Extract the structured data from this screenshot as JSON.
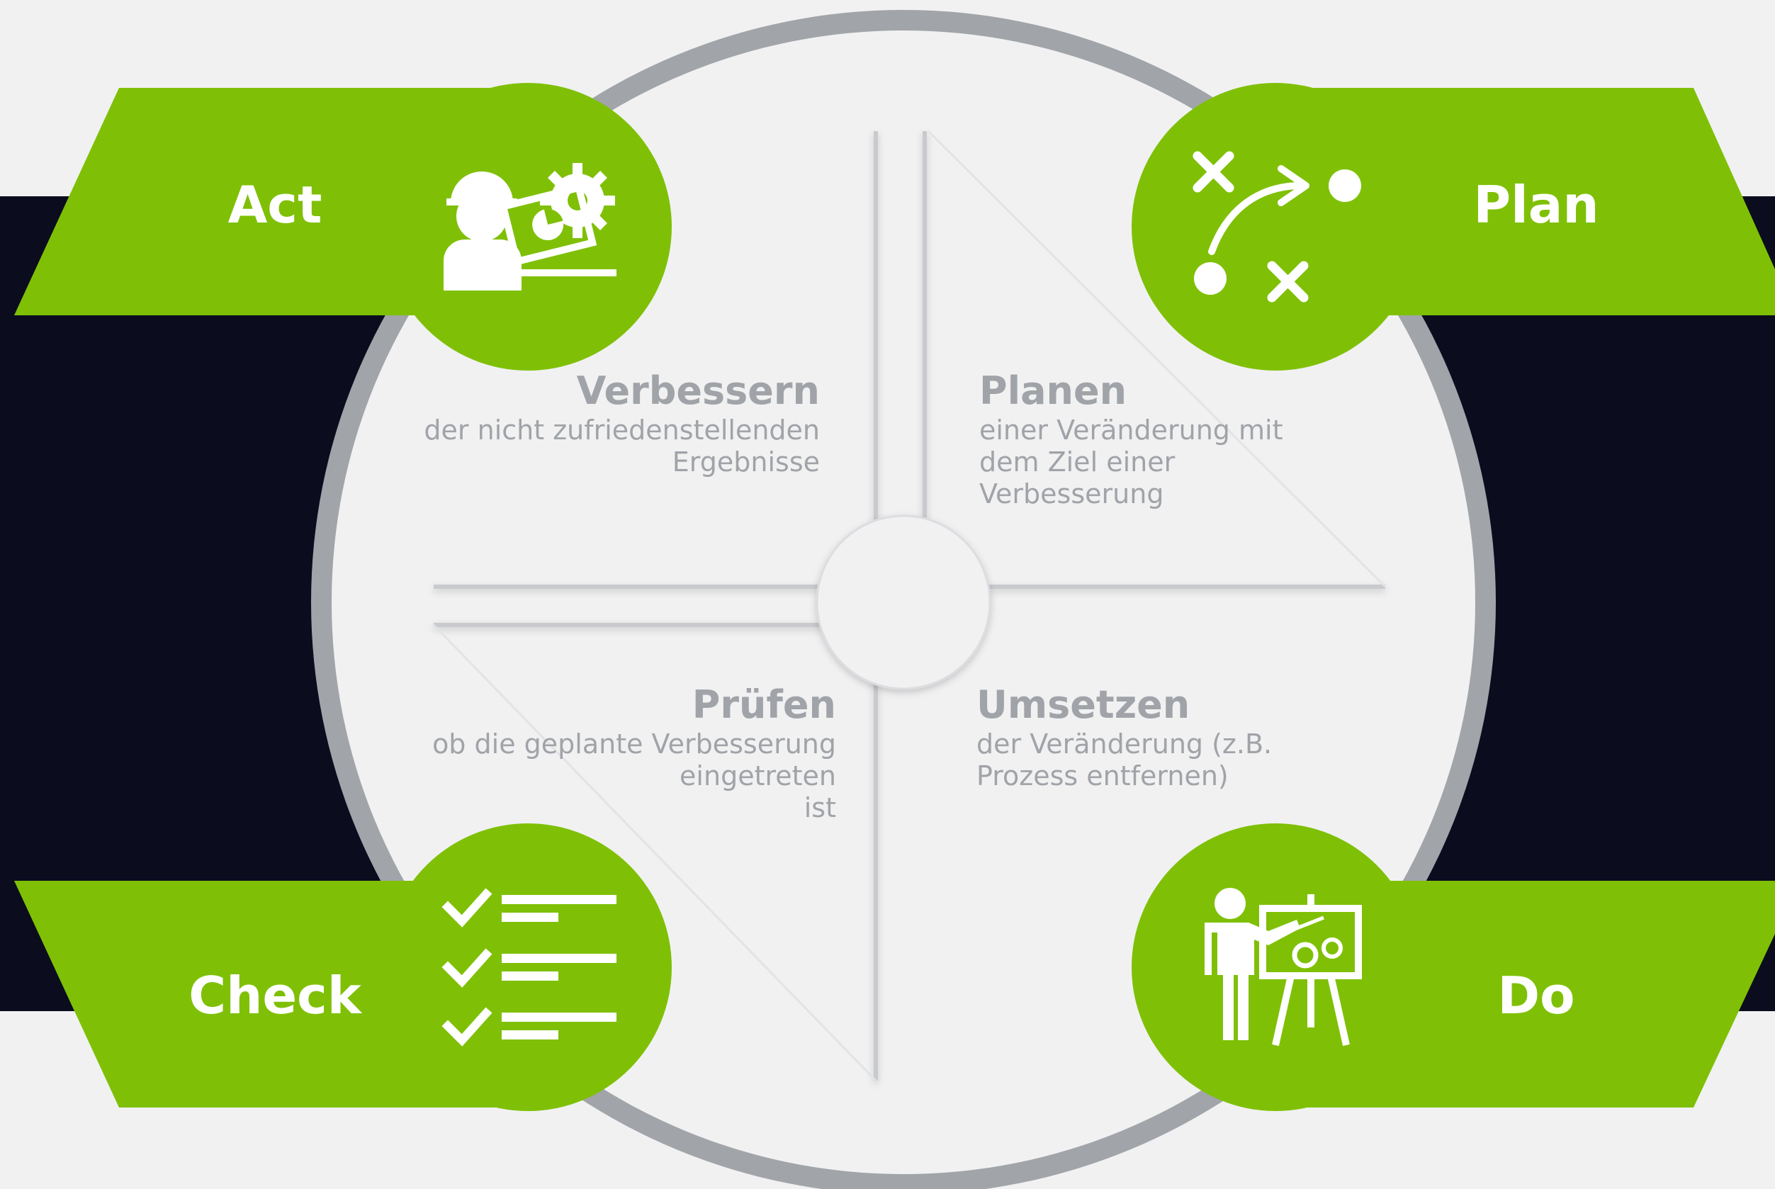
{
  "colors": {
    "green": "#7fc006",
    "dark_band": "#0b0c1e",
    "ring_gray": "#a1a4a9",
    "disc": "#f1f1f2",
    "background": "#f1f1f2",
    "text_gray": "#a0a3a8",
    "white": "#ffffff"
  },
  "phases": {
    "act": {
      "label": "Act",
      "icon": "engineer-laptop-gear-icon"
    },
    "plan": {
      "label": "Plan",
      "icon": "strategy-play-icon"
    },
    "check": {
      "label": "Check",
      "icon": "checklist-icon"
    },
    "do": {
      "label": "Do",
      "icon": "presenter-board-icon"
    }
  },
  "quadrants": {
    "verbessern": {
      "title": "Verbessern",
      "lines": [
        "der nicht zufriedenstellenden",
        "Ergebnisse"
      ]
    },
    "planen": {
      "title": "Planen",
      "lines": [
        "einer Veränderung mit",
        "dem Ziel einer",
        "Verbesserung"
      ]
    },
    "pruefen": {
      "title": "Prüfen",
      "lines": [
        "ob die geplante Verbesserung",
        "eingetreten",
        "ist"
      ]
    },
    "umsetzen": {
      "title": "Umsetzen",
      "lines": [
        "der Veränderung (z.B.",
        "Prozess entfernen)"
      ]
    }
  }
}
